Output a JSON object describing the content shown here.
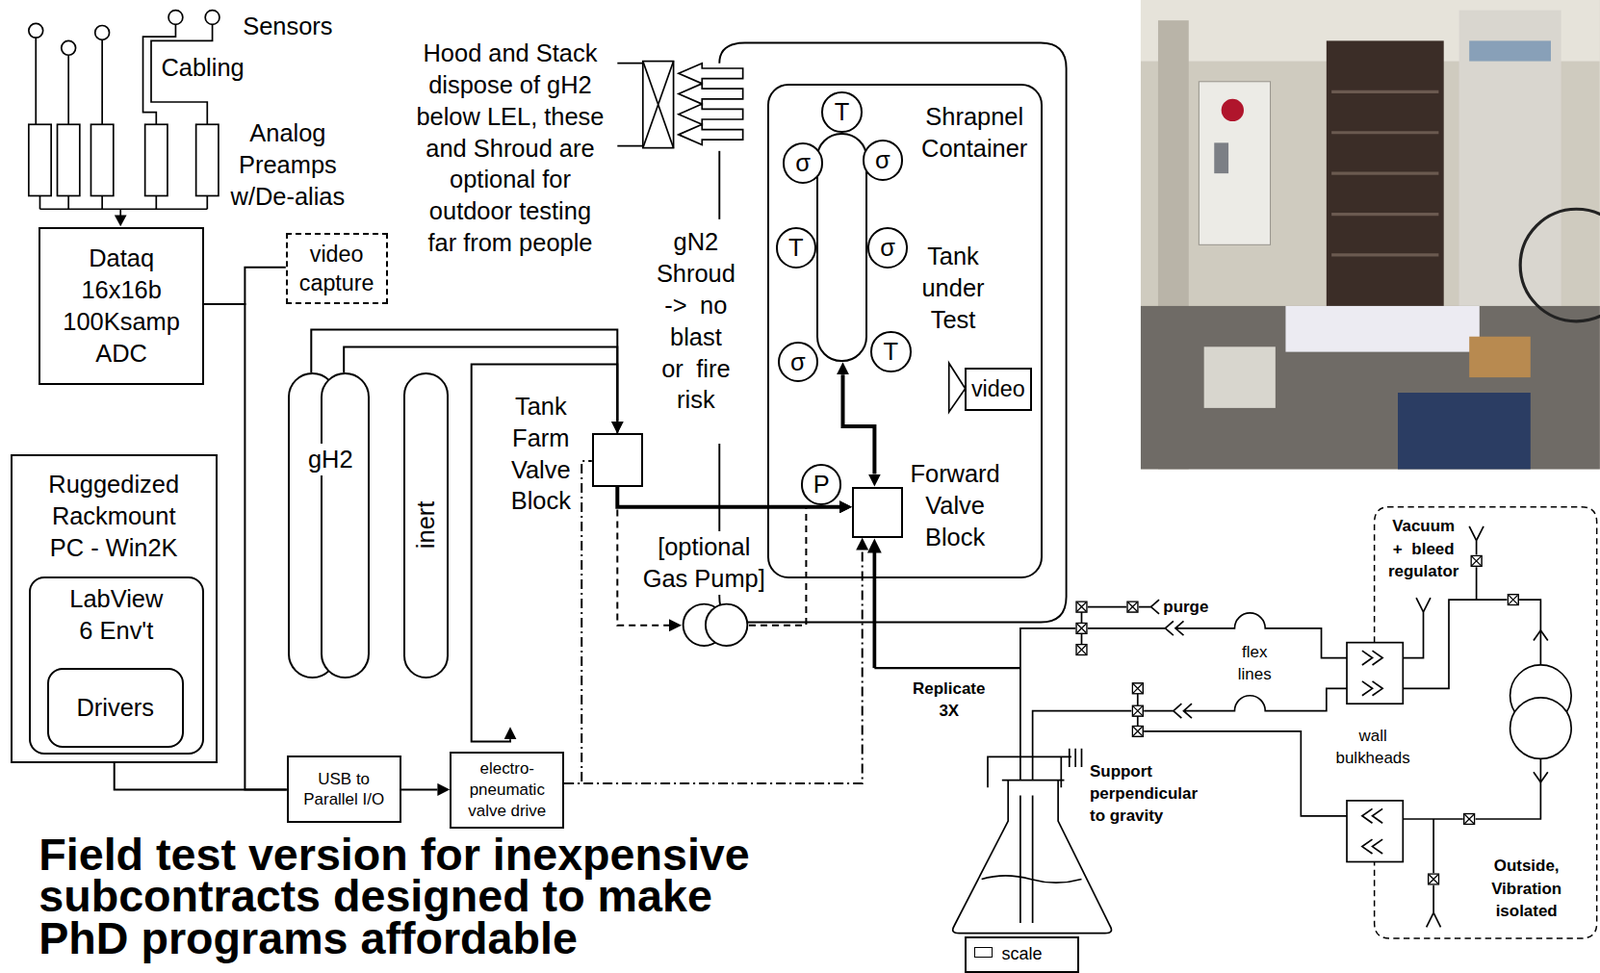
{
  "diagram": {
    "caption": "Field test version for inexpensive subcontracts designed to make PhD programs affordable",
    "nodes": [
      {
        "text": [
          "Dataq 16x16b 100Ksamp ADC"
        ]
      },
      {
        "text": [
          "video capture"
        ]
      },
      {
        "text": [
          "Ruggedized Rackmount PC - Win2K"
        ]
      },
      {
        "text": [
          "LabView 6 Env't"
        ],
        "in": 2
      },
      {
        "text": [
          "Drivers"
        ],
        "in": 3
      },
      {
        "text": [
          "gH2"
        ]
      },
      {
        "text": [
          "inert"
        ]
      },
      {
        "text": [
          "Tank Farm Valve Block"
        ]
      },
      {
        "text": [
          "[optional Gas Pump]"
        ]
      },
      {
        "text": [
          "USB to Parallel I/O"
        ]
      },
      {
        "text": [
          "electro-pneumatic valve drive"
        ]
      },
      {
        "text": [
          "Shrapnel Container"
        ]
      },
      {
        "text": [
          "Tank under Test"
        ],
        "in": 11
      },
      {
        "text": [
          "T"
        ],
        "in": 11
      },
      {
        "text": [
          "σ"
        ],
        "in": 11
      },
      {
        "text": [
          "σ"
        ],
        "in": 11
      },
      {
        "text": [
          "T"
        ],
        "in": 11
      },
      {
        "text": [
          "σ"
        ],
        "in": 11
      },
      {
        "text": [
          "σ"
        ],
        "in": 11
      },
      {
        "text": [
          "T"
        ],
        "in": 11
      },
      {
        "text": [
          "video"
        ],
        "in": 11
      },
      {
        "text": [
          "P"
        ],
        "in": 11
      },
      {
        "text": [
          "Forward Valve Block"
        ],
        "in": 11
      },
      {
        "text": [
          "scale"
        ]
      }
    ],
    "edges": [
      {
        "from": 0,
        "to": 1,
        "arrow": "none"
      },
      {
        "from": 0,
        "to": 9,
        "arrow": "none"
      },
      {
        "from": 2,
        "to": 9,
        "arrow": "none"
      },
      {
        "from": 9,
        "to": 10,
        "arrow": "to"
      },
      {
        "from": 5,
        "to": 7,
        "arrow": "to"
      },
      {
        "from": 5,
        "to": 7,
        "arrow": "to"
      },
      {
        "from": 7,
        "to": 10,
        "arrow": "to"
      },
      {
        "from": 10,
        "to": 7,
        "arrow": "none"
      },
      {
        "from": 10,
        "to": 22,
        "arrow": "to"
      },
      {
        "from": 7,
        "to": 22,
        "arrow": "to"
      },
      {
        "from": 7,
        "to": 8,
        "arrow": "to"
      },
      {
        "from": 8,
        "to": 22,
        "arrow": "to"
      },
      {
        "from": 22,
        "to": 12,
        "arrow": "both"
      }
    ],
    "labels": [
      "Sensors",
      "Cabling",
      "Analog Preamps w/De-alias",
      "Hood and Stack dispose of gH2 below LEL, these and Shroud are optional for outdoor testing far from people",
      "gN2 Shroud -> no blast or fire risk",
      "purge",
      "flex lines",
      "Replicate 3X",
      "Support perpendicular to gravity",
      "Vacuum + bleed regulator",
      "wall bulkheads",
      "Outside, Vibration isolated"
    ]
  }
}
